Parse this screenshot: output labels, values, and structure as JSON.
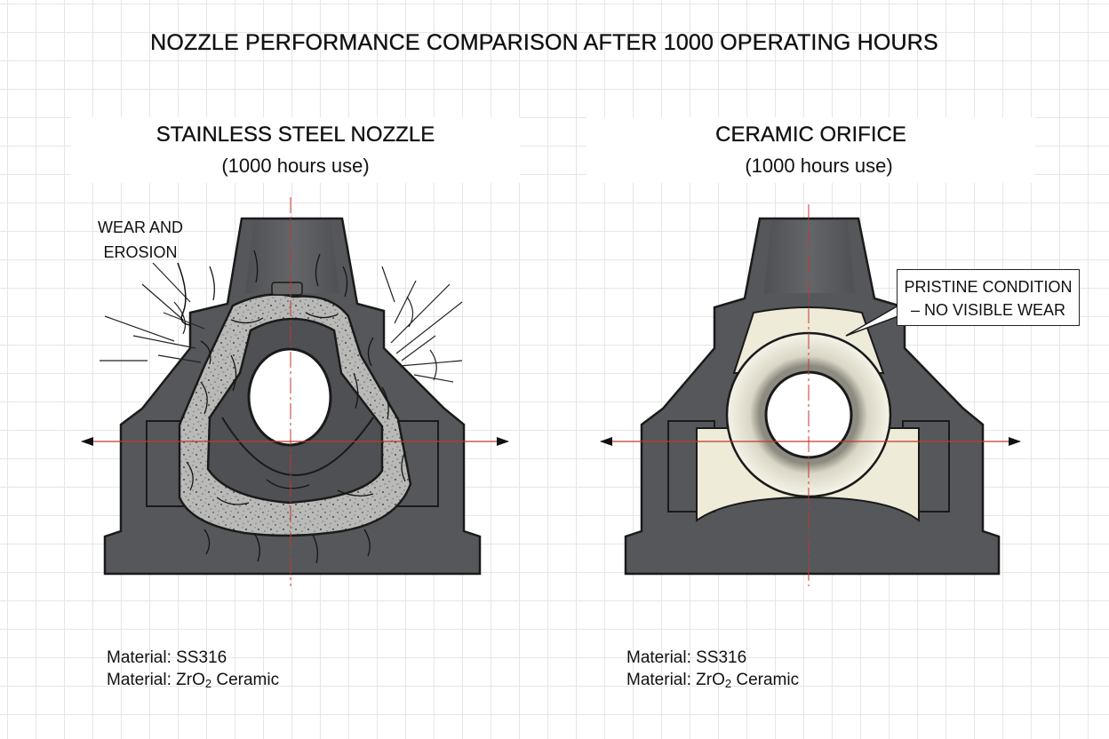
{
  "title": "NOZZLE PERFORMANCE COMPARISON AFTER 1000 OPERATING HOURS",
  "left_panel": {
    "name": "STAINLESS STEEL NOZZLE",
    "subtitle": "(1000 hours use)",
    "callout": "WEAR AND EROSION",
    "material_line1": "Material: SS316",
    "material_line2_prefix": "Material: ZrO",
    "material_line2_sub": "2",
    "material_line2_suffix": " Ceramic"
  },
  "right_panel": {
    "name": "CERAMIC ORIFICE",
    "subtitle": "(1000 hours use)",
    "callout_line1": "PRISTINE CONDITION",
    "callout_line2": "– NO VISIBLE WEAR",
    "material_line1": "Material: SS316",
    "material_line2_prefix": "Material: ZrO",
    "material_line2_sub": "2",
    "material_line2_suffix": " Ceramic"
  },
  "colors": {
    "steel_body": "#55575a",
    "steel_outline": "#1a1a1a",
    "ceramic_insert": "#eeebd8",
    "worn_insert": "#b4b4b2",
    "centerline": "#c0392b"
  },
  "icons": {
    "axis_arrow": "arrow-icon"
  }
}
